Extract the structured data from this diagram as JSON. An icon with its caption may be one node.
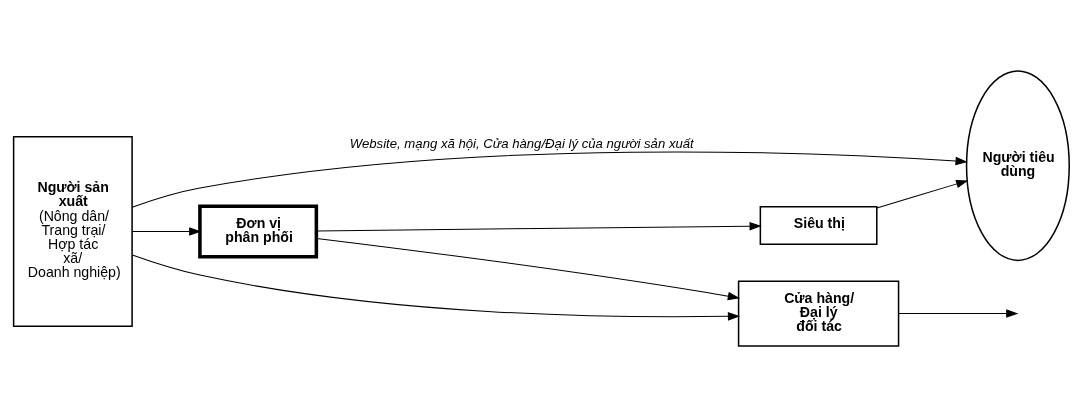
{
  "diagram": {
    "nodes": [
      {
        "text": [
          "Người sản xuất",
          "(Nông dân/ Trang trại/ Hợp tác xã/ Doanh nghiệp)"
        ]
      },
      {
        "text": [
          "Đơn vị phân phối"
        ]
      },
      {
        "text": [
          "Siêu thị"
        ]
      },
      {
        "text": [
          "Cửa hàng/ Đại lý đối tác"
        ]
      },
      {
        "text": [
          "Người tiêu dùng"
        ]
      }
    ],
    "edges": [
      {
        "from": 0,
        "to": 1,
        "arrow": "to"
      },
      {
        "from": 1,
        "to": 2,
        "arrow": "to"
      },
      {
        "from": 1,
        "to": 3,
        "arrow": "to"
      },
      {
        "from": 0,
        "to": 3,
        "arrow": "to"
      },
      {
        "from": 2,
        "to": 4,
        "arrow": "to"
      },
      {
        "from": 3,
        "to": null,
        "arrow": "to"
      },
      {
        "from": 0,
        "to": 4,
        "arrow": "to",
        "label": "Website, mạng xã hội, Cửa hàng/Đại lý của người sản xuất"
      }
    ]
  }
}
